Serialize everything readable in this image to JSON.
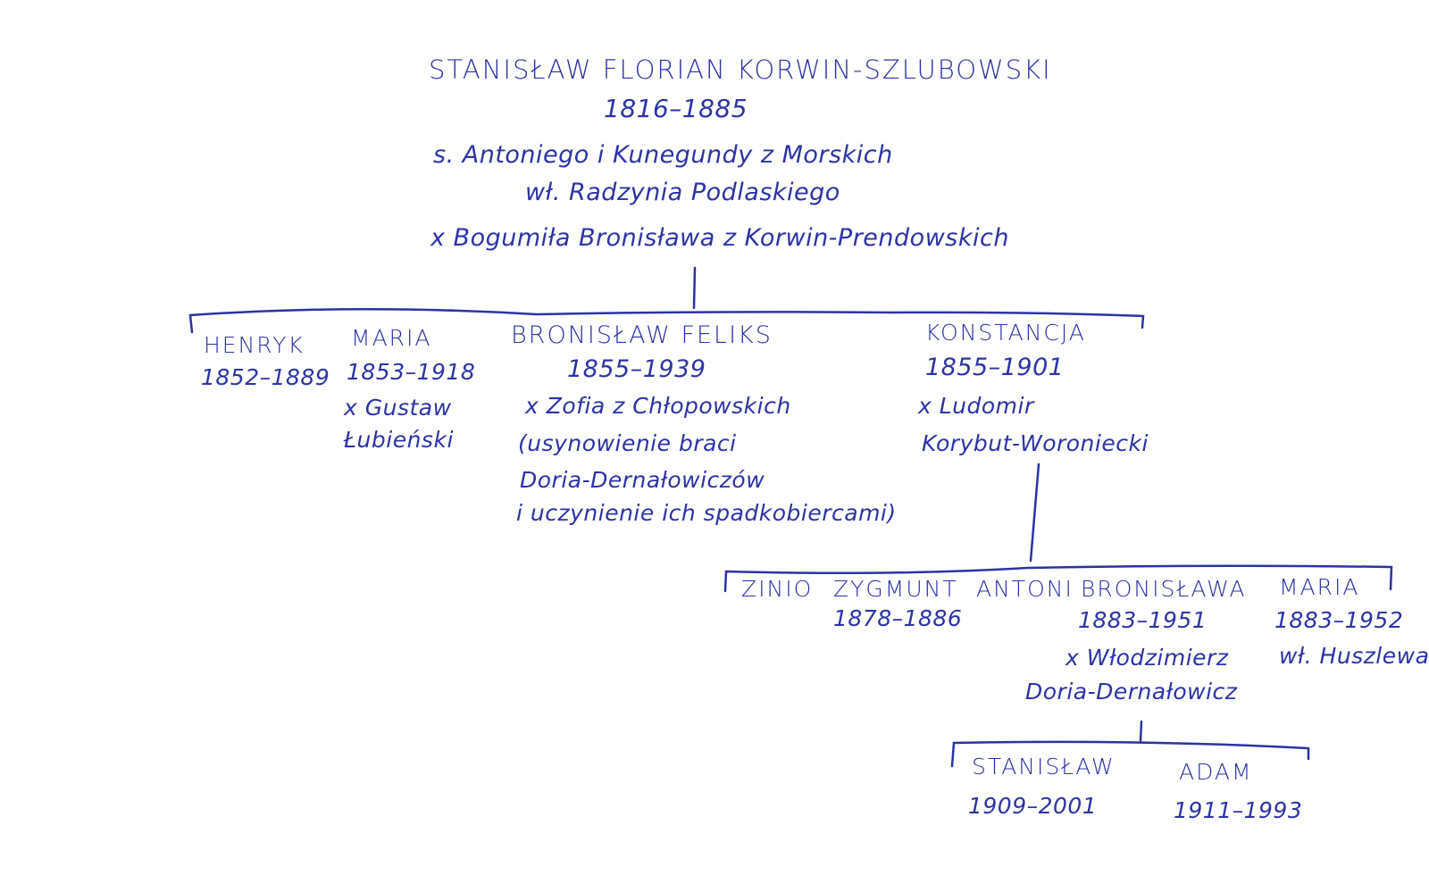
{
  "root": {
    "name": "STANISŁAW FLORIAN KORWIN-SZLUBOWSKI",
    "years": "1816–1885",
    "parents": "s. Antoniego i Kunegundy z Morskich",
    "estate": "wł. Radzynia Podlaskiego",
    "spouse": "x Bogumiła Bronisława z Korwin-Prendowskich"
  },
  "children": [
    {
      "name": "HENRYK",
      "years": "1852–1889"
    },
    {
      "name": "MARIA",
      "years": "1853–1918",
      "spouse1": "x Gustaw",
      "spouse2": "Łubieński"
    },
    {
      "name": "BRONISŁAW FELIKS",
      "years": "1855–1939",
      "spouse": "x Zofia z Chłopowskich",
      "note1": "(usynowienie braci",
      "note2": "Doria-Dernałowiczów",
      "note3": "i uczynienie ich spadkobiercami)"
    },
    {
      "name": "KONSTANCJA",
      "years": "1855–1901",
      "spouse1": "x Ludomir",
      "spouse2": "Korybut-Woroniecki"
    }
  ],
  "grandchildren": [
    {
      "name": "ZINIO"
    },
    {
      "name": "ZYGMUNT",
      "years": "1878–1886"
    },
    {
      "name": "ANTONI"
    },
    {
      "name": "BRONISŁAWA",
      "years": "1883–1951",
      "spouse1": "x Włodzimierz",
      "spouse2": "Doria-Dernałowicz"
    },
    {
      "name": "MARIA",
      "years": "1883–1952",
      "note": "wł. Huszlewa"
    }
  ],
  "great_grandchildren": [
    {
      "name": "STANISŁAW",
      "years": "1909–2001"
    },
    {
      "name": "ADAM",
      "years": "1911–1993"
    }
  ]
}
